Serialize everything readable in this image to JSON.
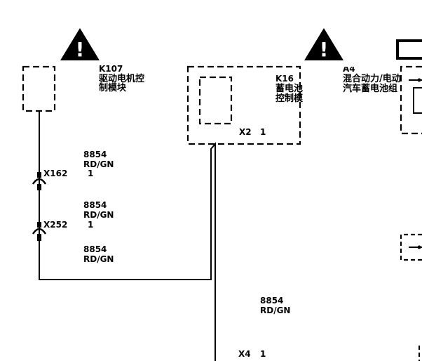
{
  "components": {
    "k107": {
      "id": "K107",
      "name_line1": "驱动电机控",
      "name_line2": "制模块"
    },
    "k16": {
      "id": "K16",
      "name_line1": "蓄电池",
      "name_line2": "控制模",
      "pin_label": "X2",
      "pin_number": "1"
    },
    "a4": {
      "id": "A4",
      "name_line1": "混合动力/电动",
      "name_line2": "汽车蓄电池组"
    }
  },
  "connectors": {
    "x162": {
      "id": "X162",
      "pin": "1"
    },
    "x252": {
      "id": "X252",
      "pin": "1"
    },
    "x4": {
      "id": "X4",
      "pin": "1"
    }
  },
  "wires": {
    "w1": {
      "circuit": "8854",
      "color": "RD/GN"
    },
    "w2": {
      "circuit": "8854",
      "color": "RD/GN"
    },
    "w3": {
      "circuit": "8854",
      "color": "RD/GN"
    },
    "w4": {
      "circuit": "8854",
      "color": "RD/GN"
    }
  },
  "warning_icon": "exclamation-triangle-icon"
}
